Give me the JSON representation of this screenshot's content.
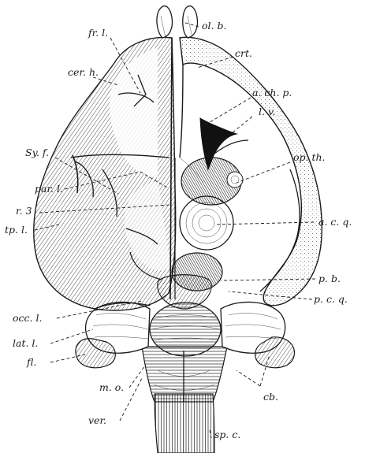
{
  "labels": {
    "fr_l": "fr. l.",
    "ol_b": "ol. b.",
    "cer_h": "cer. h.",
    "crt": "crt.",
    "a_ch_p": "a. ch. p.",
    "l_v": "l. v.",
    "sy_f": "Sy. f.",
    "op_th": "op. th.",
    "par_l": "par. l.",
    "r_3": "r. 3",
    "a_c_q": "a. c. q.",
    "tp_l": "tp. l.",
    "p_b": "p. b.",
    "occ_l": "occ. l.",
    "p_c_q": "p. c. q.",
    "lat_l": "lat. l.",
    "fl": "fl.",
    "cb": "cb.",
    "m_o": "m. o.",
    "ver": "ver.",
    "sp_c": "sp. c."
  }
}
